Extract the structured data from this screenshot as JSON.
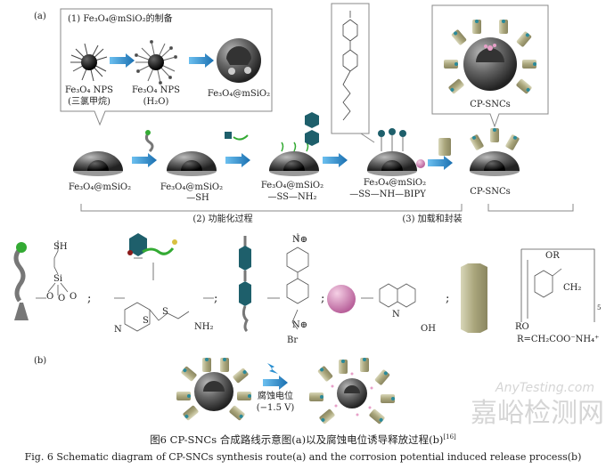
{
  "panel_a": {
    "label": "(a)",
    "box1": {
      "title": "(1) Fe₃O₄@mSiO₂的制备",
      "items": [
        {
          "line1": "Fe₃O₄  NPS",
          "line2": "(三氯甲烷)"
        },
        {
          "line1": "Fe₃O₄  NPS",
          "line2": "(H₂O)"
        },
        {
          "line1": "Fe₃O₄@mSiO₂",
          "line2": ""
        }
      ]
    },
    "box_right_label": "CP-SNCs",
    "steps": [
      {
        "line1": "Fe₃O₄@mSiO₂",
        "line2": ""
      },
      {
        "line1": "Fe₃O₄@mSiO₂",
        "line2": "—SH"
      },
      {
        "line1": "Fe₃O₄@mSiO₂",
        "line2": "—SS—NH₂"
      },
      {
        "line1": "Fe₃O₄@mSiO₂",
        "line2": "—SS—NH—BIPY"
      },
      {
        "line1": "CP-SNCs",
        "line2": ""
      }
    ],
    "stage2": "(2) 功能化过程",
    "stage3": "(3) 加载和封装"
  },
  "legend_row": {
    "separator": ";",
    "silane": {
      "top": "SH",
      "atom": "Si",
      "o": "O"
    },
    "disulfide": {
      "n": "N",
      "s": "S",
      "nh2": "NH₂"
    },
    "bipy": {
      "n_plus": "N⊕",
      "br": "Br"
    },
    "hq": {
      "n": "N",
      "oh": "OH"
    },
    "pillar": {
      "or": "OR",
      "ch2": "CH₂",
      "sub": "5",
      "ro": "RO",
      "r_def": "R=CH₂COO⁻NH₄⁺"
    }
  },
  "panel_b": {
    "label": "(b)",
    "arrow_label": "腐蚀电位",
    "voltage": "(−1.5 V)"
  },
  "caption": {
    "cn": "图6   CP-SNCs 合成路线示意图(a)以及腐蚀电位诱导释放过程(b)",
    "ref": "[16]",
    "en": "Fig. 6   Schematic diagram of CP-SNCs synthesis route(a) and the corrosion potential induced release process(b)"
  },
  "watermark": {
    "cn": "嘉峪检测网",
    "en": "AnyTesting.com"
  },
  "colors": {
    "arrow": "#2a8fd0",
    "hexagon": "#1e5f6b",
    "pink": "#e7a0c8",
    "pillar": "#b8b48e",
    "shell": "#6a6a6a"
  }
}
